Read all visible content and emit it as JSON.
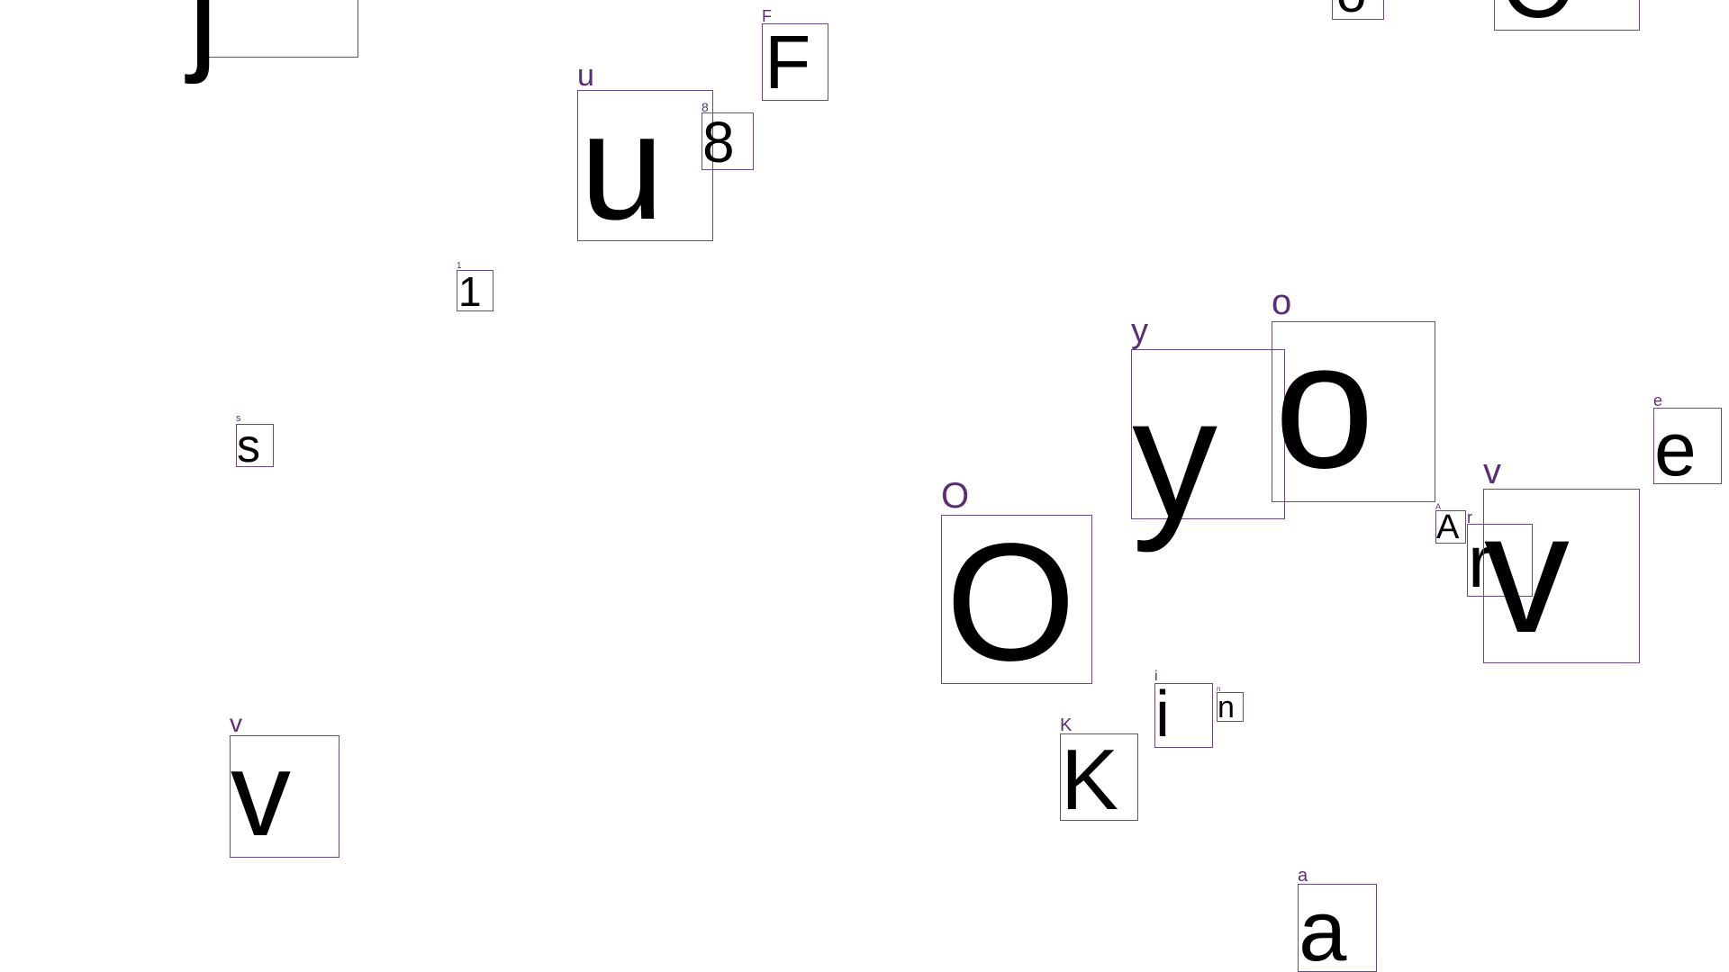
{
  "items": [
    {
      "char": "j",
      "label": ""
    },
    {
      "char": "o",
      "label": ""
    },
    {
      "char": "C",
      "label": ""
    },
    {
      "char": "F",
      "label": "F"
    },
    {
      "char": "u",
      "label": "u"
    },
    {
      "char": "8",
      "label": "8"
    },
    {
      "char": "1",
      "label": "1"
    },
    {
      "char": "s",
      "label": "s"
    },
    {
      "char": "y",
      "label": "y"
    },
    {
      "char": "o",
      "label": "o"
    },
    {
      "char": "e",
      "label": "e"
    },
    {
      "char": "O",
      "label": "O"
    },
    {
      "char": "A",
      "label": "A"
    },
    {
      "char": "r",
      "label": "r"
    },
    {
      "char": "v",
      "label": "v"
    },
    {
      "char": "i",
      "label": "i"
    },
    {
      "char": "n",
      "label": "n"
    },
    {
      "char": "K",
      "label": "K"
    },
    {
      "char": "v",
      "label": "v"
    },
    {
      "char": "a",
      "label": "a"
    }
  ]
}
